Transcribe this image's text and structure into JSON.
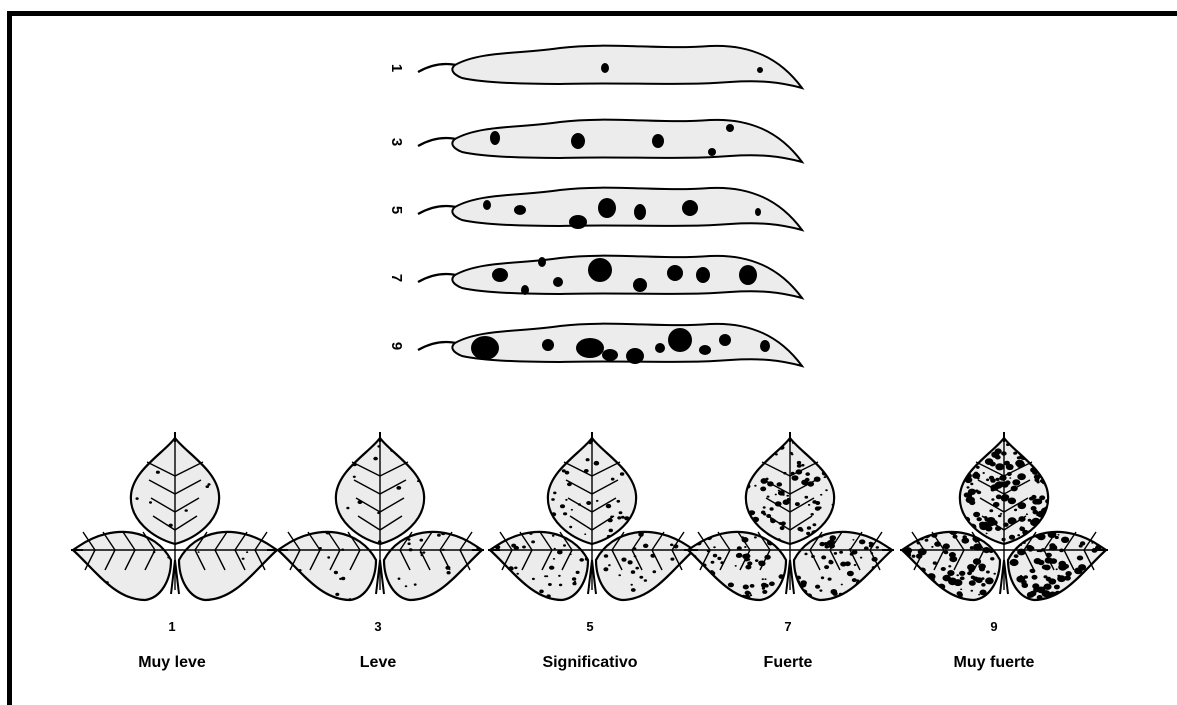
{
  "pods": {
    "grades": [
      "1",
      "3",
      "5",
      "7",
      "9"
    ]
  },
  "leaves": [
    {
      "grade": "1",
      "label": "Muy leve",
      "severity": 0.03
    },
    {
      "grade": "3",
      "label": "Leve",
      "severity": 0.1
    },
    {
      "grade": "5",
      "label": "Significativo",
      "severity": 0.25
    },
    {
      "grade": "7",
      "label": "Fuerte",
      "severity": 0.55
    },
    {
      "grade": "9",
      "label": "Muy fuerte",
      "severity": 0.9
    }
  ],
  "colors": {
    "ink": "#000000",
    "fill": "#ececec",
    "background": "#ffffff"
  }
}
